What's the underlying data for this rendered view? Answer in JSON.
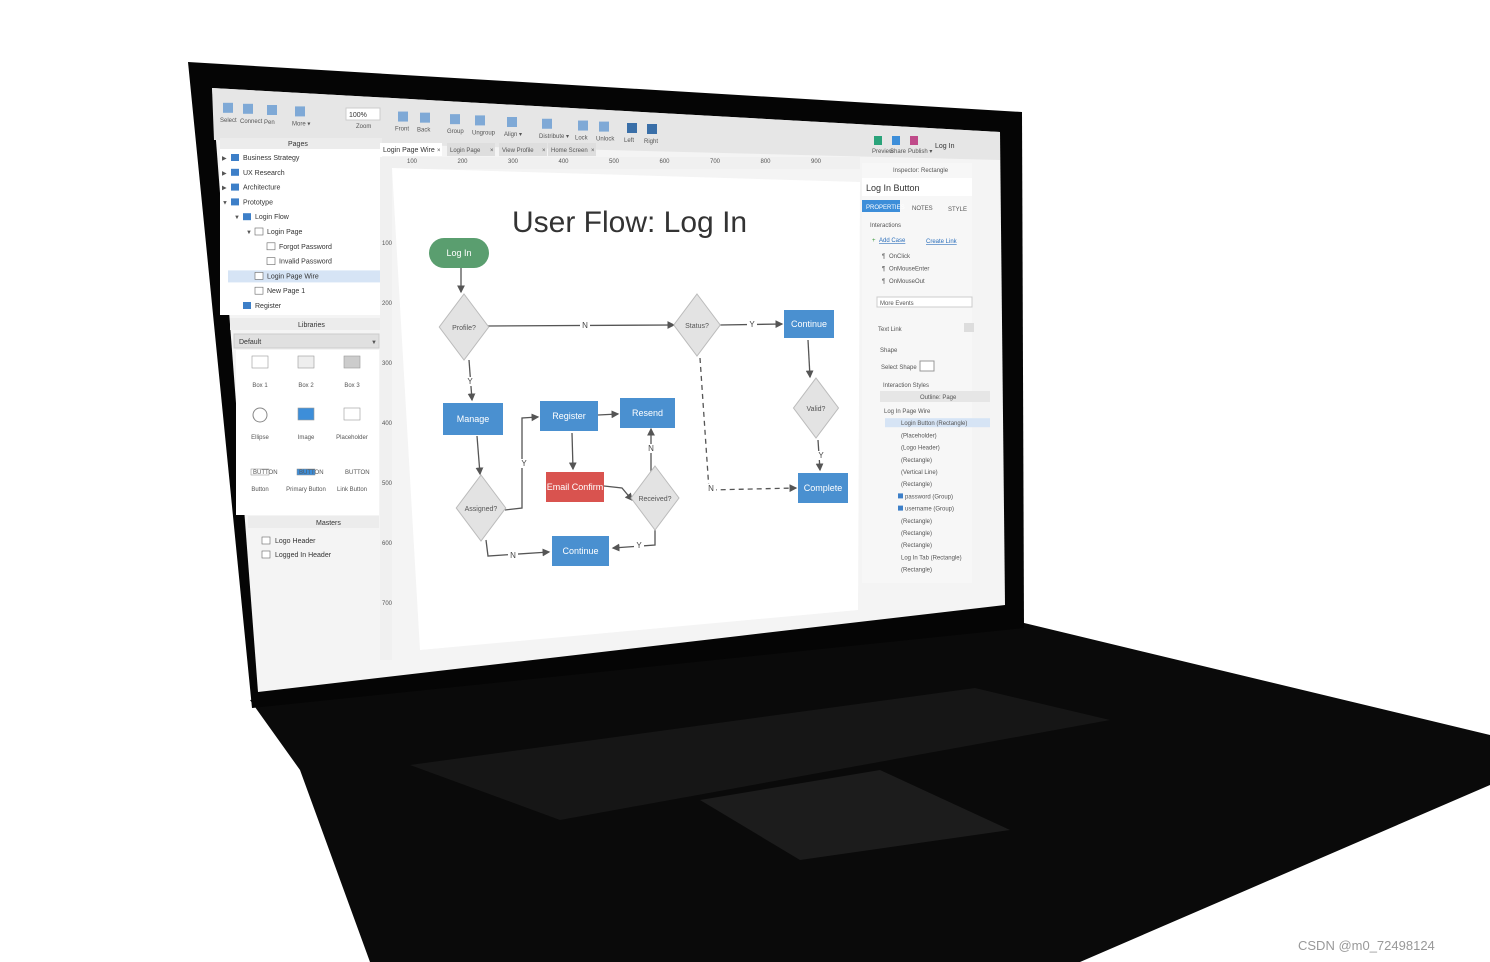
{
  "toolbar": {
    "items": [
      "Select",
      "Connect",
      "Pen",
      "More ▾",
      "Front",
      "Back",
      "Group",
      "Ungroup",
      "Align ▾",
      "Distribute ▾",
      "Lock",
      "Unlock",
      "Left",
      "Right"
    ],
    "zoom_value": "100%",
    "zoom_label": "Zoom",
    "right_items": [
      "Preview",
      "Share",
      "Publish ▾"
    ],
    "login": "Log In"
  },
  "pages": {
    "title": "Pages",
    "items": [
      {
        "label": "Business Strategy",
        "type": "folder",
        "depth": 0,
        "arrow": "▶"
      },
      {
        "label": "UX Research",
        "type": "folder",
        "depth": 0,
        "arrow": "▶"
      },
      {
        "label": "Architecture",
        "type": "folder",
        "depth": 0,
        "arrow": "▶"
      },
      {
        "label": "Prototype",
        "type": "folder",
        "depth": 0,
        "arrow": "▼"
      },
      {
        "label": "Login Flow",
        "type": "folder",
        "depth": 1,
        "arrow": "▼"
      },
      {
        "label": "Login Page",
        "type": "page",
        "depth": 2,
        "arrow": "▼"
      },
      {
        "label": "Forgot Password",
        "type": "page",
        "depth": 3,
        "arrow": ""
      },
      {
        "label": "Invalid Password",
        "type": "page",
        "depth": 3,
        "arrow": ""
      },
      {
        "label": "Login Page Wire",
        "type": "page",
        "depth": 2,
        "arrow": "",
        "selected": true
      },
      {
        "label": "New Page 1",
        "type": "page",
        "depth": 2,
        "arrow": ""
      },
      {
        "label": "Register",
        "type": "folder",
        "depth": 1,
        "arrow": ""
      }
    ]
  },
  "libraries": {
    "title": "Libraries",
    "selected": "Default",
    "items": [
      "Box 1",
      "Box 2",
      "Box 3",
      "Ellipse",
      "Image",
      "Placeholder",
      "Button",
      "Primary Button",
      "Link Button"
    ],
    "button_caption": "BUTTON"
  },
  "masters": {
    "title": "Masters",
    "items": [
      "Logo Header",
      "Logged In Header"
    ]
  },
  "tabs": [
    "Login Page Wire",
    "Login Page",
    "View Profile",
    "Home Screen"
  ],
  "ruler": [
    "100",
    "200",
    "300",
    "400",
    "500",
    "600",
    "700",
    "800",
    "900"
  ],
  "ruler_v": [
    "100",
    "200",
    "300",
    "400",
    "500",
    "600",
    "700"
  ],
  "canvas": {
    "title": "User Flow: Log In",
    "nodes": {
      "login": "Log In",
      "profile": "Profile?",
      "manage": "Manage",
      "assigned": "Assigned?",
      "register": "Register",
      "resend": "Resend",
      "email_confirm": "Email Confirm",
      "received": "Received?",
      "continue_bottom": "Continue",
      "status": "Status?",
      "continue_right": "Continue",
      "valid": "Valid?",
      "complete": "Complete"
    },
    "edge_labels": {
      "yes": "Y",
      "no": "N"
    },
    "colors": {
      "start": "#5a9e6f",
      "process": "#4a90d0",
      "alert": "#d9534f",
      "decision": "#e3e3e3"
    }
  },
  "inspector": {
    "header": "Inspector: Rectangle",
    "name": "Log In Button",
    "tabs": [
      "PROPERTIES",
      "NOTES",
      "STYLE"
    ],
    "interactions": "Interactions",
    "add_case": "Add Case",
    "create_link": "Create Link",
    "events": [
      "OnClick",
      "OnMouseEnter",
      "OnMouseOut"
    ],
    "more_events": "More Events",
    "text_link": "Text Link",
    "shape": "Shape",
    "select_shape": "Select Shape",
    "interaction_styles": "Interaction Styles"
  },
  "outline": {
    "title": "Outline: Page",
    "items": [
      "Log In Page Wire",
      "Login Button (Rectangle)",
      "(Placeholder)",
      "(Logo Header)",
      "(Rectangle)",
      "(Vertical Line)",
      "(Rectangle)",
      "password (Group)",
      "username (Group)",
      "(Rectangle)",
      "(Rectangle)",
      "(Rectangle)",
      "Log In Tab (Rectangle)",
      "(Rectangle)"
    ]
  },
  "watermark": "CSDN @m0_72498124"
}
